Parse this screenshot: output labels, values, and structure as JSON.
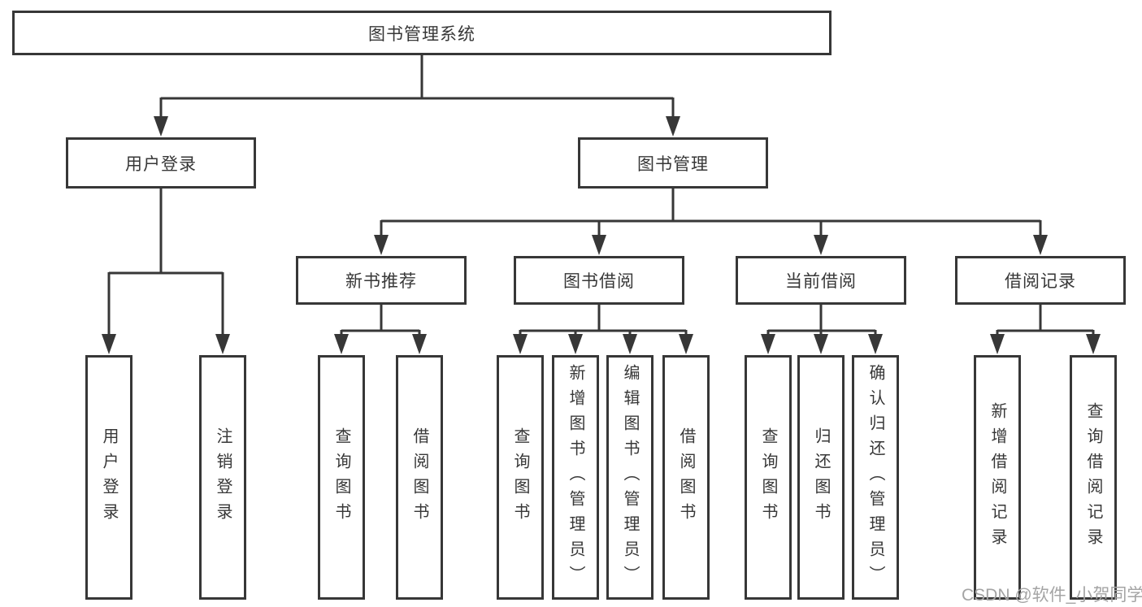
{
  "diagram": {
    "root": "图书管理系统",
    "level2": [
      "用户登录",
      "图书管理"
    ],
    "level3": [
      "新书推荐",
      "图书借阅",
      "当前借阅",
      "借阅记录"
    ],
    "leaves": {
      "user_login": [
        "用户登录",
        "注销登录"
      ],
      "new_book_recommend": [
        "查询图书",
        "借阅图书"
      ],
      "book_borrowing": [
        "查询图书",
        "新增图书（管理员）",
        "编辑图书（管理员）",
        "借阅图书"
      ],
      "current_borrowing": [
        "查询图书",
        "归还图书",
        "确认归还（管理员）"
      ],
      "borrowing_records": [
        "新增借阅记录",
        "查询借阅记录"
      ]
    }
  },
  "watermark": {
    "text": "CSDN @软件_小贺同学",
    "color": "#a4a4a4"
  },
  "colors": {
    "line": "#373737",
    "border": "#373737",
    "text": "#373737",
    "background": "#ffffff"
  }
}
